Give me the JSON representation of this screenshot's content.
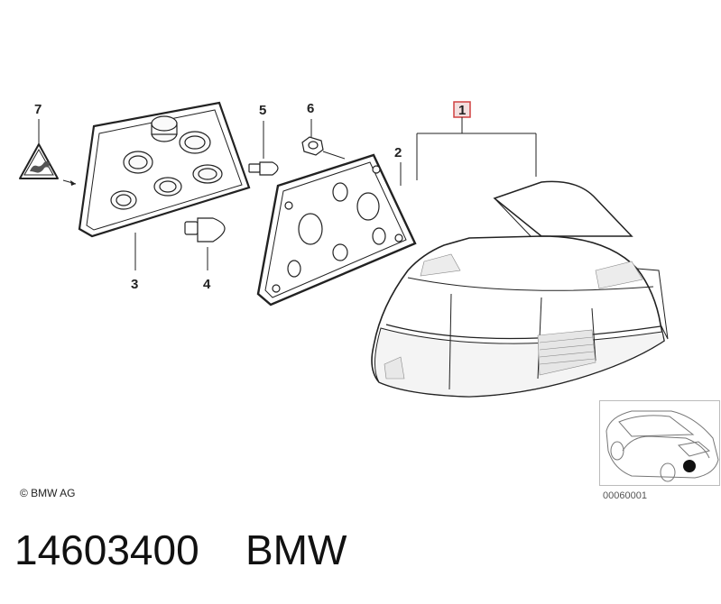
{
  "callouts": {
    "c1": "1",
    "c2": "2",
    "c3": "3",
    "c4": "4",
    "c5": "5",
    "c6": "6",
    "c7": "7"
  },
  "copyright": "© BMW AG",
  "reference_code": "00060001",
  "footer": {
    "part_number": "14603400",
    "brand": "BMW"
  },
  "colors": {
    "line": "#222222",
    "highlight_box": "#d04040",
    "highlight_fill": "#f3dede"
  }
}
